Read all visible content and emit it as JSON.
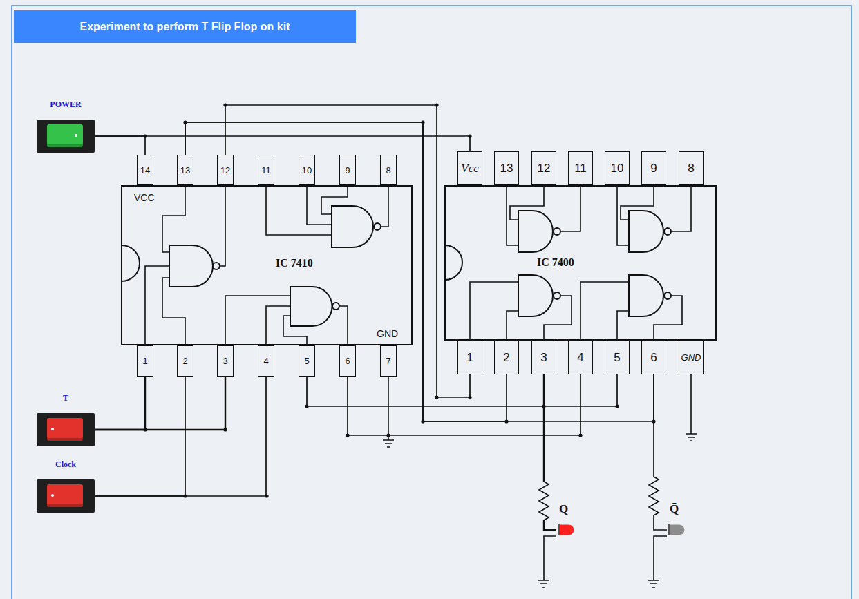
{
  "diagram": {
    "title": "Experiment to perform T Flip Flop on kit",
    "nodes": [
      {
        "text": [
          "POWER"
        ]
      },
      {
        "text": [
          "T"
        ]
      },
      {
        "text": [
          "Clock"
        ]
      },
      {
        "text": [
          "IC 7410",
          "VCC",
          "GND"
        ]
      },
      {
        "text": [
          "14"
        ]
      },
      {
        "text": [
          "13"
        ]
      },
      {
        "text": [
          "12"
        ]
      },
      {
        "text": [
          "11"
        ]
      },
      {
        "text": [
          "10"
        ]
      },
      {
        "text": [
          "9"
        ]
      },
      {
        "text": [
          "8"
        ]
      },
      {
        "text": [
          "1"
        ]
      },
      {
        "text": [
          "2"
        ]
      },
      {
        "text": [
          "3"
        ]
      },
      {
        "text": [
          "4"
        ]
      },
      {
        "text": [
          "5"
        ]
      },
      {
        "text": [
          "6"
        ]
      },
      {
        "text": [
          "7"
        ]
      },
      {
        "text": [
          "IC 7400"
        ]
      },
      {
        "text": [
          "Vcc"
        ]
      },
      {
        "text": [
          "13"
        ]
      },
      {
        "text": [
          "12"
        ]
      },
      {
        "text": [
          "11"
        ]
      },
      {
        "text": [
          "10"
        ]
      },
      {
        "text": [
          "9"
        ]
      },
      {
        "text": [
          "8"
        ]
      },
      {
        "text": [
          "1"
        ]
      },
      {
        "text": [
          "2"
        ]
      },
      {
        "text": [
          "3"
        ]
      },
      {
        "text": [
          "4"
        ]
      },
      {
        "text": [
          "5"
        ]
      },
      {
        "text": [
          "6"
        ]
      },
      {
        "text": [
          "GND"
        ]
      },
      {
        "text": [
          "Q"
        ]
      },
      {
        "text": [
          "Q̄"
        ]
      }
    ],
    "edges": [
      {
        "from": 0,
        "to": 4,
        "arrow": "none"
      },
      {
        "from": 0,
        "to": 19,
        "arrow": "none"
      },
      {
        "from": 1,
        "to": 11,
        "arrow": "none"
      },
      {
        "from": 1,
        "to": 13,
        "arrow": "none"
      },
      {
        "from": 2,
        "to": 12,
        "arrow": "none"
      },
      {
        "from": 2,
        "to": 14,
        "arrow": "none"
      },
      {
        "from": 6,
        "to": 26,
        "arrow": "none"
      },
      {
        "from": 5,
        "to": 27,
        "arrow": "none"
      },
      {
        "from": 5,
        "to": 31,
        "arrow": "none"
      },
      {
        "from": 15,
        "to": 28,
        "arrow": "none"
      },
      {
        "from": 28,
        "to": 30,
        "arrow": "none"
      },
      {
        "from": 16,
        "to": 29,
        "arrow": "none"
      },
      {
        "from": 28,
        "to": 33,
        "arrow": "none"
      },
      {
        "from": 31,
        "to": 34,
        "arrow": "none"
      }
    ]
  }
}
